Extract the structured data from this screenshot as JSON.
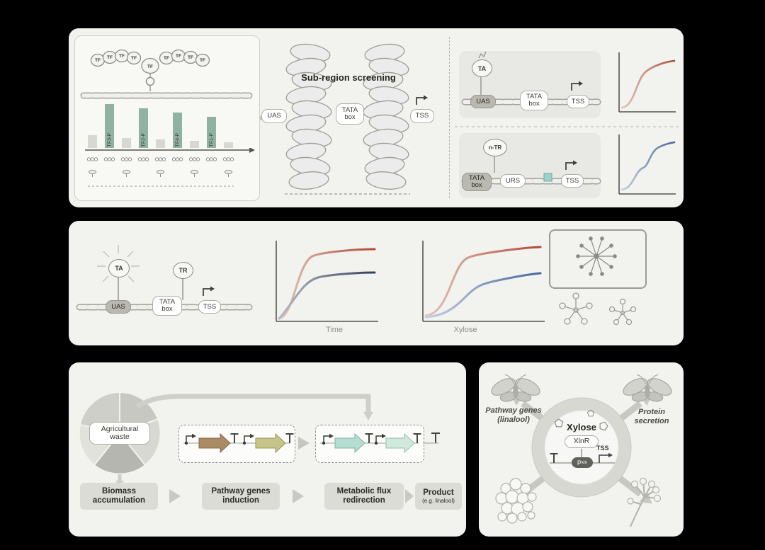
{
  "figure": {
    "bg": "#000000",
    "panel_bg": "#f2f2ee",
    "accent_red": "#b24a36",
    "accent_blue": "#47659f",
    "bar_green": "#8fb3a0"
  },
  "p1": {
    "left": {
      "tf_label": "TF",
      "bars": [
        {
          "height": 18,
          "color": "gray",
          "label": ""
        },
        {
          "height": 62,
          "color": "green",
          "label": "TF3-P"
        },
        {
          "height": 14,
          "color": "gray",
          "label": ""
        },
        {
          "height": 56,
          "color": "green",
          "label": "TF2-P"
        },
        {
          "height": 12,
          "color": "gray",
          "label": ""
        },
        {
          "height": 50,
          "color": "green",
          "label": "TF4-P"
        },
        {
          "height": 10,
          "color": "gray",
          "label": ""
        },
        {
          "height": 44,
          "color": "green",
          "label": "TF1-P"
        },
        {
          "height": 8,
          "color": "gray",
          "label": ""
        }
      ]
    },
    "mid": {
      "title": "Sub-region screening",
      "uas": "UAS",
      "tata_box": "TATA box",
      "tss": "TSS"
    },
    "activation": {
      "activator": "TA",
      "uas": "UAS",
      "tata_box": "TATA box",
      "tss": "TSS"
    },
    "repression": {
      "repressor": "n-TR",
      "tata_box": "TATA box",
      "urs": "URS",
      "tss": "TSS"
    }
  },
  "p2": {
    "activator": "TA",
    "repressor": "TR",
    "uas": "UAS",
    "tata_box": "TATA box",
    "tss": "TSS",
    "graph1": {
      "xlabel": "Time"
    },
    "graph2": {
      "xlabel": "Xylose"
    }
  },
  "p3": {
    "source_label": "Agricultural waste",
    "steps": [
      "Biomass accumulation",
      "Pathway genes induction",
      "Metabolic flux redirection"
    ],
    "product": {
      "title": "Product",
      "note": "(e.g. linalool)"
    }
  },
  "p4": {
    "inducer": "Xylose",
    "tf": "XlnR",
    "promoter_main": "P",
    "promoter_sub": "xln",
    "tss": "TSS",
    "caption_left_line1": "Pathway genes",
    "caption_left_line2": "(linalool)",
    "caption_right": "Protein secretion"
  }
}
